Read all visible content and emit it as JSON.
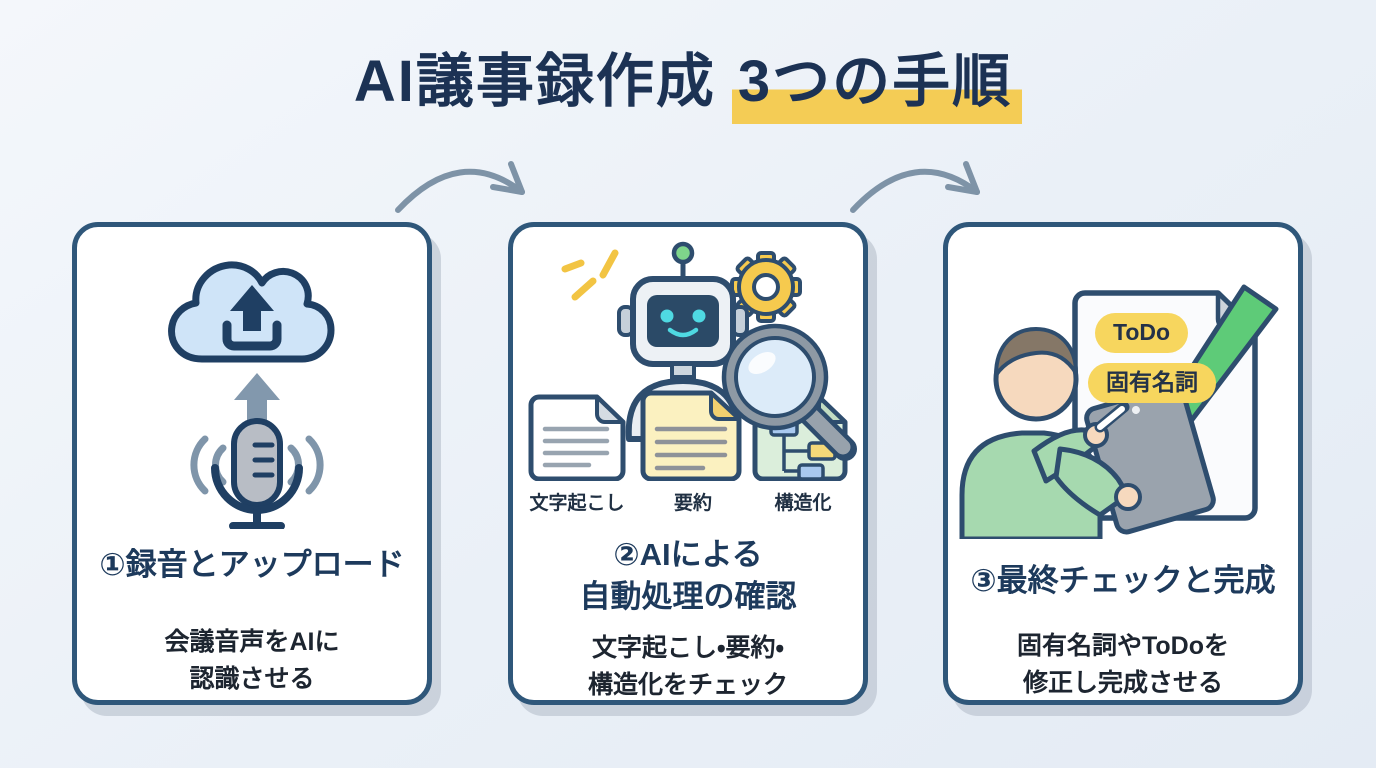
{
  "title": {
    "prefix": "AI議事録作成",
    "highlight": "3つの手順"
  },
  "steps": [
    {
      "heading_lines": [
        "①録音とアップロード"
      ],
      "body_lines": [
        "会議音声をAIに",
        "認識させる"
      ],
      "icons": [
        "cloud-upload-icon",
        "arrow-up-icon",
        "microphone-icon"
      ]
    },
    {
      "heading_lines": [
        "②AIによる",
        "自動処理の確認"
      ],
      "body_lines": [
        "文字起こし・要約・",
        "構造化をチェック"
      ],
      "doc_labels": [
        "文字起こし",
        "要約",
        "構造化"
      ],
      "icons": [
        "sparkle-icon",
        "robot-icon",
        "gear-icon",
        "document-icon",
        "magnifier-icon"
      ]
    },
    {
      "heading_lines": [
        "③最終チェックと完成"
      ],
      "body_lines": [
        "固有名詞やToDoを",
        "修正し完成させる"
      ],
      "badges": [
        "ToDo",
        "固有名詞"
      ],
      "icons": [
        "document-icon",
        "checkmark-icon",
        "person-tablet-icon"
      ]
    }
  ],
  "connectors": [
    "curved-arrow-icon",
    "curved-arrow-icon"
  ],
  "colors": {
    "background": "#ecf1f8",
    "title_text": "#1c3254",
    "highlight_yellow": "#f4cc55",
    "card_border": "#2f577a",
    "heading_navy": "#1d3a5c",
    "body_text": "#1d2530",
    "arrow_gray_blue": "#7e93a7",
    "check_green": "#5ecb78",
    "badge_yellow": "#f7d65e",
    "robot_face_navy": "#2b4a67",
    "robot_accent_cyan": "#4fd9e2",
    "gear_yellow": "#f6ca4e",
    "cloud_blue": "#cfe4f8"
  }
}
